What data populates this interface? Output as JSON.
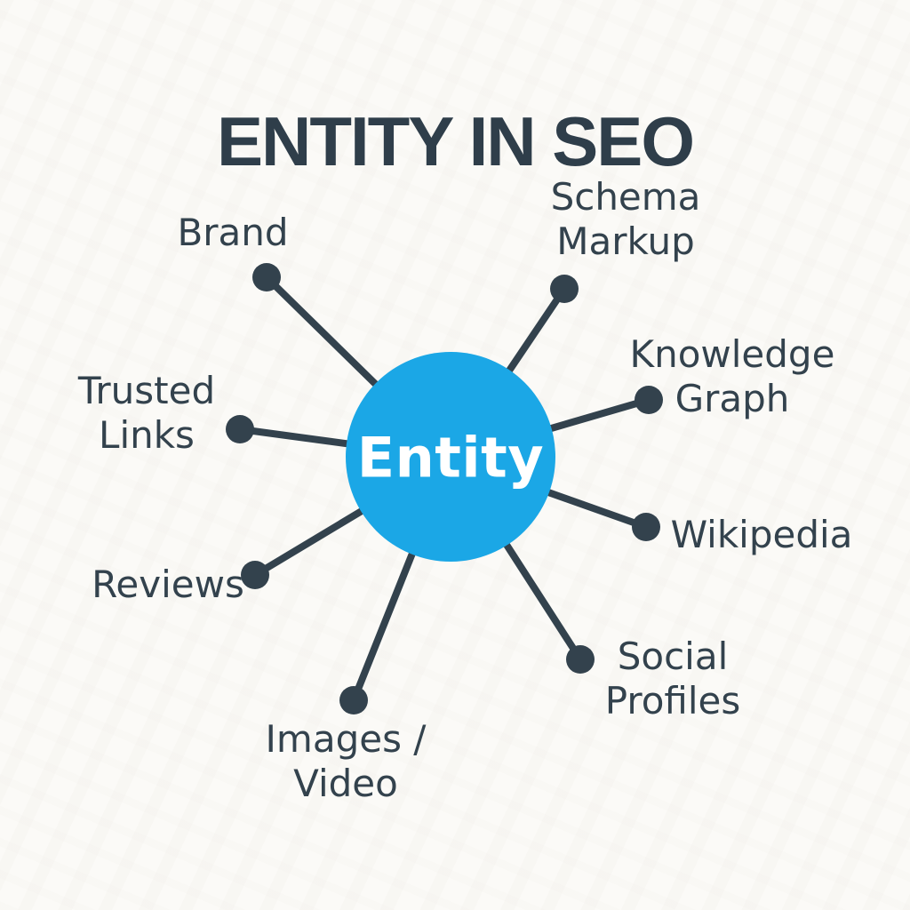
{
  "title": "ENTITY IN SEO",
  "center": {
    "label": "Entity"
  },
  "colors": {
    "background": "#FBFAF7",
    "ink": "#33424D",
    "title_ink": "#2F3E4A",
    "circle_blue": "#1BA7E6",
    "center_text": "#FFFFFF"
  },
  "nodes": [
    {
      "id": "brand",
      "lines": [
        "Brand"
      ]
    },
    {
      "id": "schema-markup",
      "lines": [
        "Schema",
        "Markup"
      ]
    },
    {
      "id": "knowledge-graph",
      "lines": [
        "Knowledge",
        "Graph"
      ]
    },
    {
      "id": "wikipedia",
      "lines": [
        "Wikipedia"
      ]
    },
    {
      "id": "social-profiles",
      "lines": [
        "Social",
        "Profiles"
      ]
    },
    {
      "id": "images-video",
      "lines": [
        "Images /",
        "Video"
      ]
    },
    {
      "id": "reviews",
      "lines": [
        "Reviews"
      ]
    },
    {
      "id": "trusted-links",
      "lines": [
        "Trusted",
        "Links"
      ]
    }
  ]
}
